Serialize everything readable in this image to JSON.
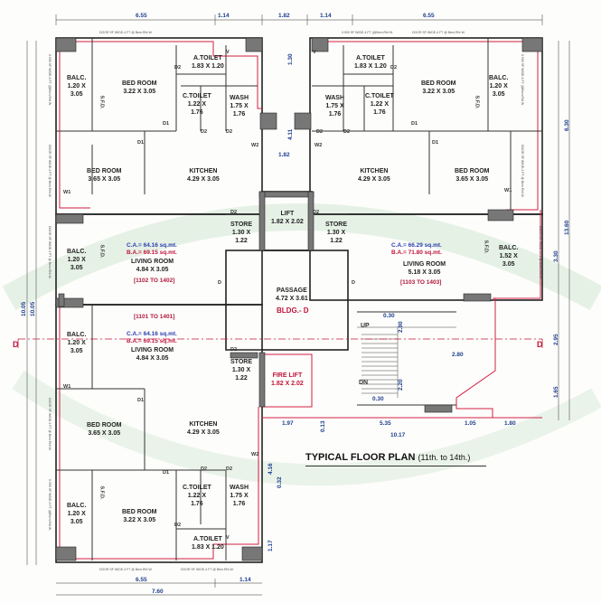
{
  "title": {
    "main": "TYPICAL FLOOR PLAN",
    "range": "(11th. to 14th.)"
  },
  "building": "BLDG.- D",
  "section_mark": "D",
  "flats": {
    "top_left": "[1102 TO 1402]",
    "top_right": "[1103 TO 1403]",
    "bottom_left": "[1101 TO 1401]"
  },
  "areas": {
    "tl": {
      "ca": "C.A.= 64.16 sq.mt.",
      "ba": "B.A.= 69.15 sq.mt."
    },
    "tr": {
      "ca": "C.A.= 66.29 sq.mt.",
      "ba": "B.A.= 71.80 sq.mt."
    },
    "bl": {
      "ca": "C.A.= 64.16 sq.mt.",
      "ba": "B.A.= 69.15 sq.mt."
    }
  },
  "rooms": {
    "tl_bed1": {
      "name": "BED ROOM",
      "size": "3.22 X 3.05"
    },
    "tl_atoilet": {
      "name": "A.TOILET",
      "size": "1.83 X 1.20"
    },
    "tl_ctoilet": {
      "name": "C.TOILET",
      "size": "1.22 X",
      "size2": "1.76"
    },
    "tl_wash": {
      "name": "WASH",
      "size": "1.75 X",
      "size2": "1.76"
    },
    "tl_balc1": {
      "name": "BALC.",
      "size": "1.20 X",
      "size2": "3.05"
    },
    "tl_bed2": {
      "name": "BED ROOM",
      "size": "3.65 X 3.05"
    },
    "tl_kitchen": {
      "name": "KITCHEN",
      "size": "4.29 X 3.05"
    },
    "tl_balc2": {
      "name": "BALC.",
      "size": "1.20 X",
      "size2": "3.05"
    },
    "tl_living": {
      "name": "LIVING ROOM",
      "size": "4.84 X 3.05"
    },
    "tr_atoilet": {
      "name": "A.TOILET",
      "size": "1.83 X 1.20"
    },
    "tr_bed1": {
      "name": "BED ROOM",
      "size": "3.22 X 3.05"
    },
    "tr_wash": {
      "name": "WASH",
      "size": "1.75 X",
      "size2": "1.76"
    },
    "tr_ctoilet": {
      "name": "C.TOILET",
      "size": "1.22 X",
      "size2": "1.76"
    },
    "tr_balc1": {
      "name": "BALC.",
      "size": "1.20 X",
      "size2": "3.05"
    },
    "tr_kitchen": {
      "name": "KITCHEN",
      "size": "4.29 X 3.05"
    },
    "tr_bed2": {
      "name": "BED ROOM",
      "size": "3.65 X 3.05"
    },
    "tr_living": {
      "name": "LIVING ROOM",
      "size": "5.18 X 3.05"
    },
    "tr_balc2": {
      "name": "BALC.",
      "size": "1.52 X",
      "size2": "3.05"
    },
    "lift": {
      "name": "LIFT",
      "size": "1.82 X 2.02"
    },
    "store1": {
      "name": "STORE",
      "size": "1.30 X",
      "size2": "1.22"
    },
    "store2": {
      "name": "STORE",
      "size": "1.30 X",
      "size2": "1.22"
    },
    "passage": {
      "name": "PASSAGE",
      "size": "4.72 X 3.61"
    },
    "store3": {
      "name": "STORE",
      "size": "1.30 X",
      "size2": "1.22"
    },
    "firelift": {
      "name": "FIRE LIFT",
      "size": "1.82 X 2.02"
    },
    "bl_balc1": {
      "name": "BALC.",
      "size": "1.20 X",
      "size2": "3.05"
    },
    "bl_living": {
      "name": "LIVING ROOM",
      "size": "4.84 X 3.05"
    },
    "bl_bed2": {
      "name": "BED ROOM",
      "size": "3.65 X 3.05"
    },
    "bl_kitchen": {
      "name": "KITCHEN",
      "size": "4.29 X 3.05"
    },
    "bl_ctoilet": {
      "name": "C.TOILET",
      "size": "1.22 X",
      "size2": "1.76"
    },
    "bl_wash": {
      "name": "WASH",
      "size": "1.75 X",
      "size2": "1.76"
    },
    "bl_balc2": {
      "name": "BALC.",
      "size": "1.20 X",
      "size2": "3.05"
    },
    "bl_bed1": {
      "name": "BED ROOM",
      "size": "3.22 X 3.05"
    },
    "bl_atoilet": {
      "name": "A.TOILET",
      "size": "1.83 X 1.20"
    }
  },
  "stair": {
    "up": "UP",
    "dn": "DN"
  },
  "dims": {
    "top_655a": "6.55",
    "top_114a": "1.14",
    "top_182": "1.82",
    "top_114b": "1.14",
    "top_655b": "6.55",
    "bot_655": "6.55",
    "bot_114": "1.14",
    "bot_760": "7.60",
    "mid_182": "1.82",
    "mid_130": "1.30",
    "mid_411": "4.11",
    "r_630": "6.30",
    "r_1360": "13.60",
    "r_330": "3.30",
    "r_295": "2.95",
    "r_165": "1.65",
    "l_1005a": "10.05",
    "l_1005b": "10.05",
    "stair_280a": "2.80",
    "stair_280b": "2.80",
    "stair_030a": "0.30",
    "stair_030b": "0.30",
    "stair_230": "2.20",
    "b_197": "1.97",
    "b_013": "0.13",
    "b_535": "5.35",
    "b_105": "1.05",
    "b_180": "1.80",
    "b_1017": "10.17",
    "l_416": "4.16",
    "l_032": "0.32",
    "l_117": "1.17"
  },
  "tags": {
    "d1": "D1",
    "d2": "D2",
    "d": "D",
    "v": "V",
    "w1": "W1",
    "w2": "W2",
    "sfd": "S.F.D."
  },
  "wall_notes": {
    "wall_a": "DOOR SF WIDE-4 FT @ Bem.Rht W.",
    "wall_b": "0.900 SF WIDE-4 FT (@Bem.Rht W.",
    "wall_c": "DOOR SF WIDE-4 FT @ Bem.Rht W."
  }
}
